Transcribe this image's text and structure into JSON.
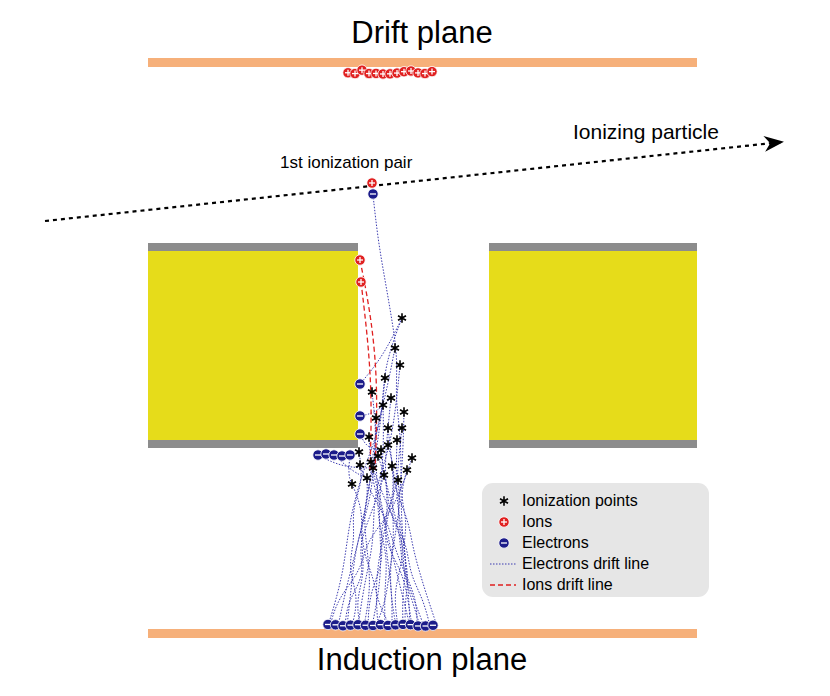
{
  "diagram": {
    "labels": [
      "Drift plane",
      "Ionizing particle",
      "1st ionization pair",
      "Induction plane"
    ],
    "legend": [
      {
        "text": "Ionization points"
      },
      {
        "text": "Ions"
      },
      {
        "text": "Electrons"
      },
      {
        "text": "Electrons drift line"
      },
      {
        "text": "Ions drift line"
      }
    ]
  }
}
